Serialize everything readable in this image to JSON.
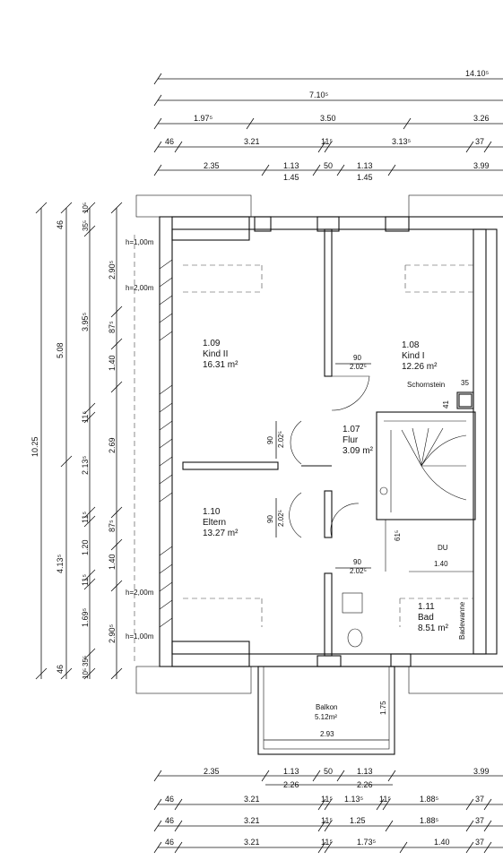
{
  "dims_top": [
    [
      "14.10⁵"
    ],
    [
      "7.10⁵"
    ],
    [
      "1.97⁵",
      "3.50",
      "3.26"
    ],
    [
      "46",
      "3.21",
      "11⁵",
      "3.13⁵",
      "37"
    ],
    [
      "2.35",
      "1.13",
      "50",
      "1.13",
      "3.99"
    ]
  ],
  "dims_top_sub": [
    "1.45",
    "1.45"
  ],
  "dims_left": {
    "outer": "10.25",
    "mid": [
      "5.08",
      "4.13⁵"
    ],
    "inner_upper": [
      "46",
      "3.95⁵",
      "11⁵",
      "2.13⁵",
      "11⁵",
      "1.20",
      "11⁵",
      "1.69⁵",
      "46"
    ],
    "inner_top_small": [
      "35⁵",
      "10⁵"
    ],
    "inner_bottom_small": [
      "10⁵",
      "35⁵"
    ],
    "window_col": [
      "2.90⁵",
      "87⁵",
      "1.40",
      "2.69",
      "87⁵",
      "1.40",
      "2.90⁵"
    ]
  },
  "heights": [
    "h=1,00m",
    "h=2,00m",
    "h=2,00m",
    "h=1,00m"
  ],
  "rooms": [
    {
      "num": "1.09",
      "name": "Kind II",
      "area": "16.31 m²"
    },
    {
      "num": "1.08",
      "name": "Kind I",
      "area": "12.26 m²"
    },
    {
      "num": "1.07",
      "name": "Flur",
      "area": "3.09 m²"
    },
    {
      "num": "1.10",
      "name": "Eltern",
      "area": "13.27 m²"
    },
    {
      "num": "1.11",
      "name": "Bad",
      "area": "8.51 m²"
    }
  ],
  "labels": {
    "schornstein": "Schornstein",
    "du": "DU",
    "badewanne": "Badewanne",
    "balkon": "Balkon",
    "balkon_area": "5.12m²",
    "balkon_width": "2.93",
    "balkon_depth": "1.75"
  },
  "door_dims": {
    "d1_w": "90",
    "d1_h": "2.02⁵",
    "d2_w": "90",
    "d2_h": "2.02⁵",
    "d3_w": "90",
    "d3_h": "2.02⁵",
    "d4_w": "90",
    "d4_h": "2.02⁵"
  },
  "misc_dims": [
    "35",
    "41",
    "61⁵",
    "1.40"
  ],
  "dims_bottom": [
    [
      "2.35",
      "1.13",
      "50",
      "1.13",
      "3.99"
    ],
    [
      "2.26",
      "2.26"
    ],
    [
      "46",
      "3.21",
      "11⁵",
      "1.13⁵",
      "11⁵",
      "1.88⁵",
      "37"
    ],
    [
      "46",
      "3.21",
      "11⁵",
      "1.25",
      "1.88⁵",
      "37"
    ],
    [
      "46",
      "3.21",
      "11⁵",
      "1.73⁵",
      "1.40",
      "37"
    ]
  ]
}
